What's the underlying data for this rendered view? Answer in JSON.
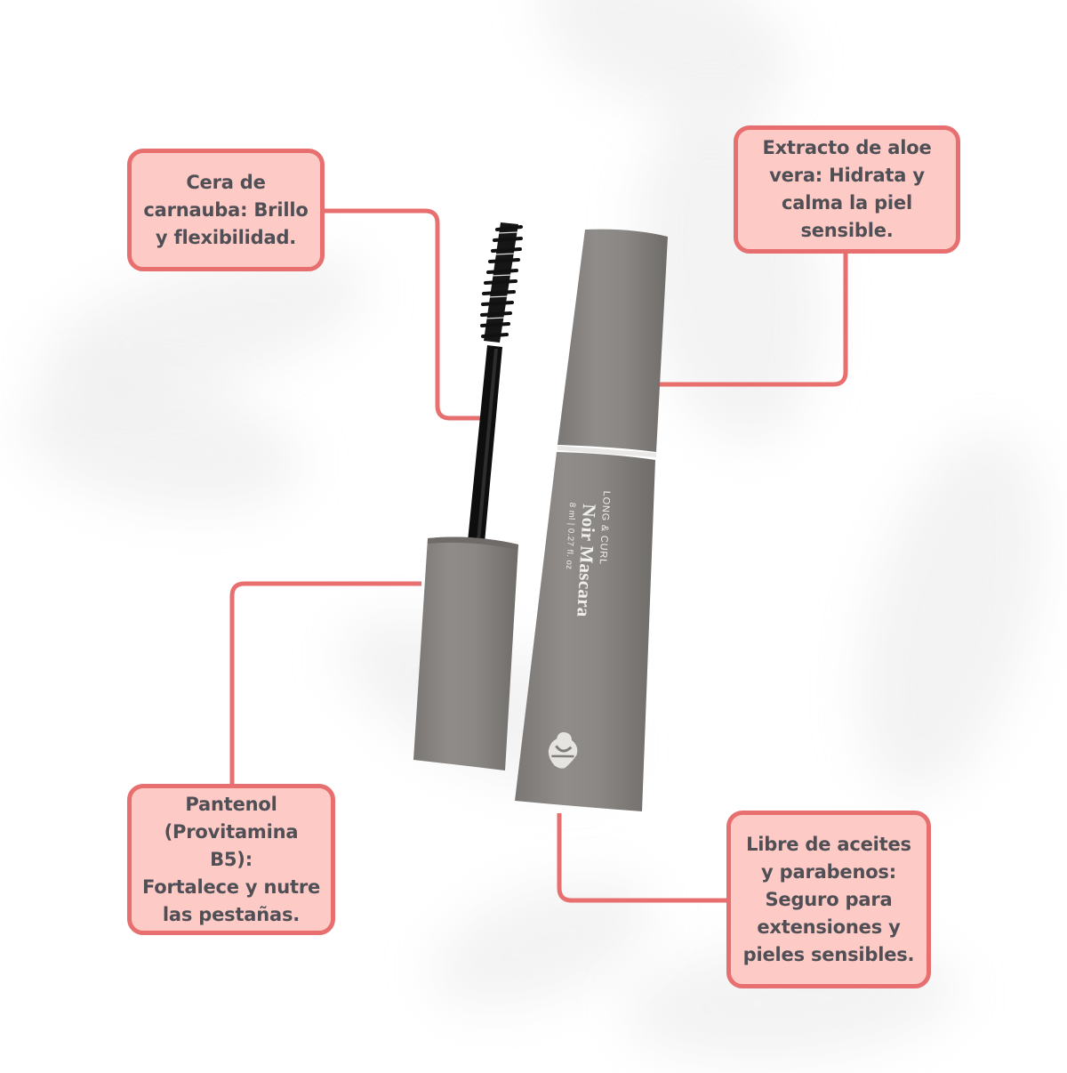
{
  "product": {
    "line": "LONG & CURL",
    "name": "Noir Mascara",
    "volume": "8 ml  |  0.27 fl. oz",
    "logo_icon": "brand-logo-icon"
  },
  "callouts": [
    {
      "id": "carnauba",
      "text": "Cera de\ncarnauba: Brillo\ny flexibilidad."
    },
    {
      "id": "aloe",
      "text": "Extracto de aloe\nvera: Hidrata y\ncalma la piel\nsensible."
    },
    {
      "id": "pantenol",
      "text": "Pantenol\n(Provitamina B5):\nFortalece y nutre\nlas pestañas."
    },
    {
      "id": "libre",
      "text": "Libre de aceites\ny parabenos:\nSeguro para\nextensiones y\npieles sensibles."
    }
  ],
  "colors": {
    "callout_fill": "#fdcac6",
    "callout_border": "#e76f6f",
    "text": "#4f4f55",
    "tube": "#8a8784",
    "wand": "#111111"
  }
}
